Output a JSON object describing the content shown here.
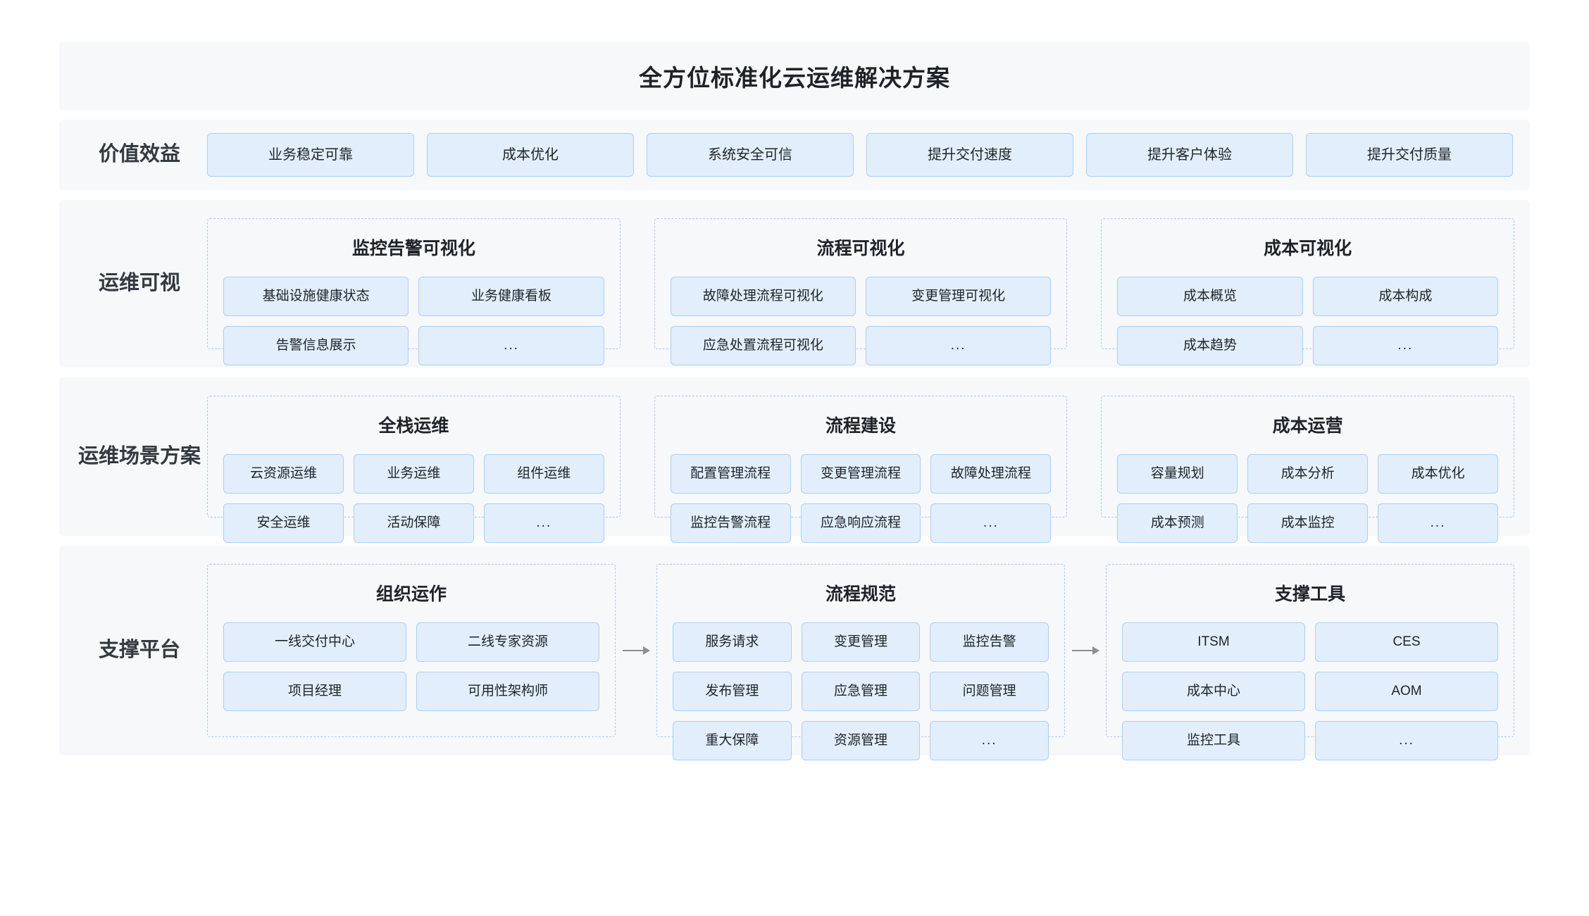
{
  "header": {
    "title": "全方位标准化云运维解决方案"
  },
  "accent": {
    "box_fill": "#e2eefb",
    "box_border": "#a9d0f5",
    "panel_border": "#a6ccf2",
    "band_bg": "#f7f8fa",
    "arrow_color": "#8a8f99"
  },
  "rows": [
    {
      "label": "价值效益",
      "items": [
        "业务稳定可靠",
        "成本优化",
        "系统安全可信",
        "提升交付速度",
        "提升客户体验",
        "提升交付质量"
      ]
    },
    {
      "label": "运维可视",
      "panels": [
        {
          "title": "监控告警可视化",
          "columns": 2,
          "items": [
            "基础设施健康状态",
            "业务健康看板",
            "告警信息展示",
            "..."
          ]
        },
        {
          "title": "流程可视化",
          "columns": 2,
          "items": [
            "故障处理流程可视化",
            "变更管理可视化",
            "应急处置流程可视化",
            "..."
          ]
        },
        {
          "title": "成本可视化",
          "columns": 2,
          "items": [
            "成本概览",
            "成本构成",
            "成本趋势",
            "..."
          ]
        }
      ]
    },
    {
      "label": "运维场景方案",
      "panels": [
        {
          "title": "全栈运维",
          "columns": 3,
          "items": [
            "云资源运维",
            "业务运维",
            "组件运维",
            "安全运维",
            "活动保障",
            "..."
          ]
        },
        {
          "title": "流程建设",
          "columns": 3,
          "items": [
            "配置管理流程",
            "变更管理流程",
            "故障处理流程",
            "监控告警流程",
            "应急响应流程",
            "..."
          ]
        },
        {
          "title": "成本运营",
          "columns": 3,
          "items": [
            "容量规划",
            "成本分析",
            "成本优化",
            "成本预测",
            "成本监控",
            "..."
          ]
        }
      ]
    },
    {
      "label": "支撑平台",
      "panels": [
        {
          "title": "组织运作",
          "columns": 2,
          "items": [
            "一线交付中心",
            "二线专家资源",
            "项目经理",
            "可用性架构师"
          ]
        },
        {
          "title": "流程规范",
          "columns": 3,
          "items": [
            "服务请求",
            "变更管理",
            "监控告警",
            "发布管理",
            "应急管理",
            "问题管理",
            "重大保障",
            "资源管理",
            "..."
          ]
        },
        {
          "title": "支撑工具",
          "columns": 2,
          "items": [
            "ITSM",
            "CES",
            "成本中心",
            "AOM",
            "监控工具",
            "..."
          ]
        }
      ],
      "connectors": [
        "arrow-right-icon",
        "arrow-right-icon"
      ]
    }
  ]
}
